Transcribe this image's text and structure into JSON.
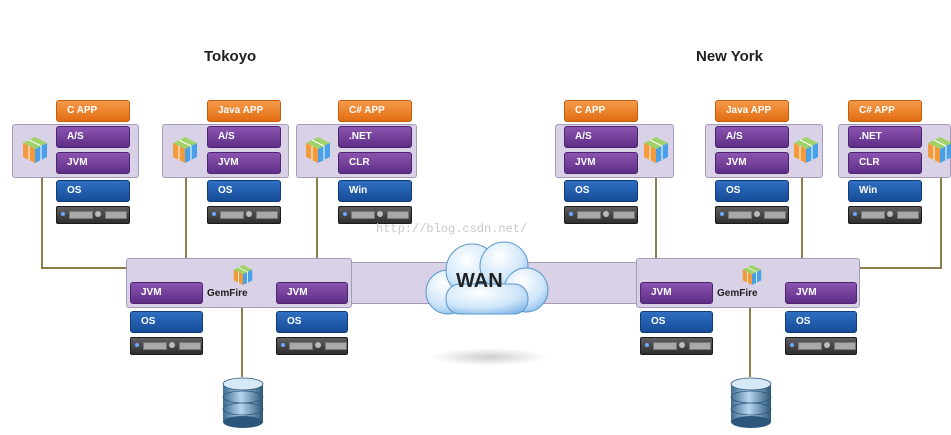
{
  "sites": [
    {
      "name": "Tokoyo",
      "stacks": [
        {
          "app": "C APP",
          "tier1": "A/S",
          "tier2": "JVM",
          "os": "OS"
        },
        {
          "app": "Java APP",
          "tier1": "A/S",
          "tier2": "JVM",
          "os": "OS"
        },
        {
          "app": "C# APP",
          "tier1": ".NET",
          "tier2": "CLR",
          "os": "Win"
        }
      ],
      "gemfire": {
        "left_jvm": "JVM",
        "label": "GemFire",
        "right_jvm": "JVM",
        "left_os": "OS",
        "right_os": "OS"
      }
    },
    {
      "name": "New York",
      "stacks": [
        {
          "app": "C APP",
          "tier1": "A/S",
          "tier2": "JVM",
          "os": "OS"
        },
        {
          "app": "Java APP",
          "tier1": "A/S",
          "tier2": "JVM",
          "os": "OS"
        },
        {
          "app": "C# APP",
          "tier1": ".NET",
          "tier2": "CLR",
          "os": "Win"
        }
      ],
      "gemfire": {
        "left_jvm": "JVM",
        "label": "GemFire",
        "right_jvm": "JVM",
        "left_os": "OS",
        "right_os": "OS"
      }
    }
  ],
  "wan": {
    "label": "WAN"
  },
  "watermark": "http://blog.csdn.net/",
  "colors": {
    "app": "#e8782a",
    "tier": "#6a3a93",
    "os": "#1f5dab",
    "container": "#d9d1e6",
    "connector": "#8c7d4d"
  },
  "icons": {
    "cube": "gemfire-cube-icon",
    "server": "server-rack-icon",
    "database": "database-icon",
    "cloud": "cloud-icon"
  }
}
